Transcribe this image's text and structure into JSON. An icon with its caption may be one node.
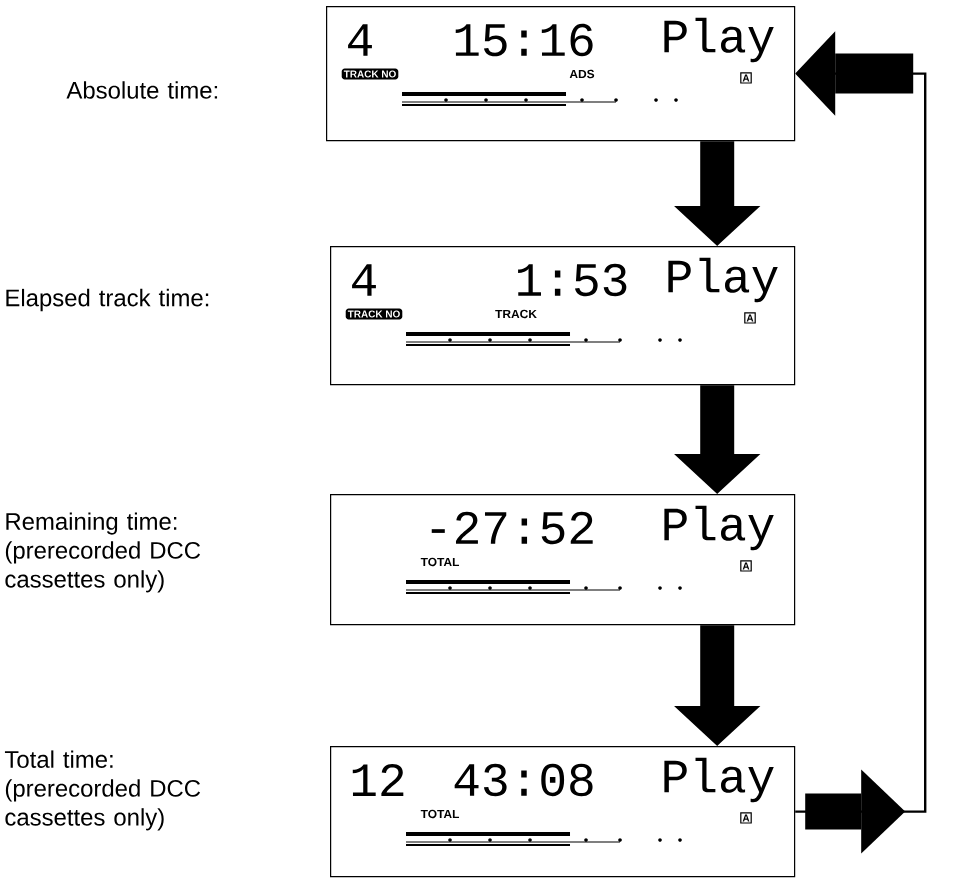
{
  "diagram": {
    "nodes": [
      {
        "text": [
          "4",
          "15:16",
          "Play",
          "TRACK NO",
          "ADS",
          "A"
        ]
      },
      {
        "text": [
          "4",
          "1:53",
          "Play",
          "TRACK NO",
          "TRACK",
          "A"
        ]
      },
      {
        "text": [
          "-27:52",
          "Play",
          "TOTAL",
          "A"
        ]
      },
      {
        "text": [
          "12",
          "43:08",
          "Play",
          "TOTAL",
          "A"
        ]
      }
    ],
    "edges": [
      {
        "from": 0,
        "to": 1,
        "arrow": "to"
      },
      {
        "from": 1,
        "to": 2,
        "arrow": "to"
      },
      {
        "from": 2,
        "to": 3,
        "arrow": "to"
      },
      {
        "from": 3,
        "to": 0,
        "arrow": "to"
      }
    ],
    "labels": [
      "Absolute time:",
      "Elapsed track time:",
      "Remaining time: (prerecorded DCC cassettes only)",
      "Total time: (prerecorded DCC cassettes only)"
    ]
  }
}
